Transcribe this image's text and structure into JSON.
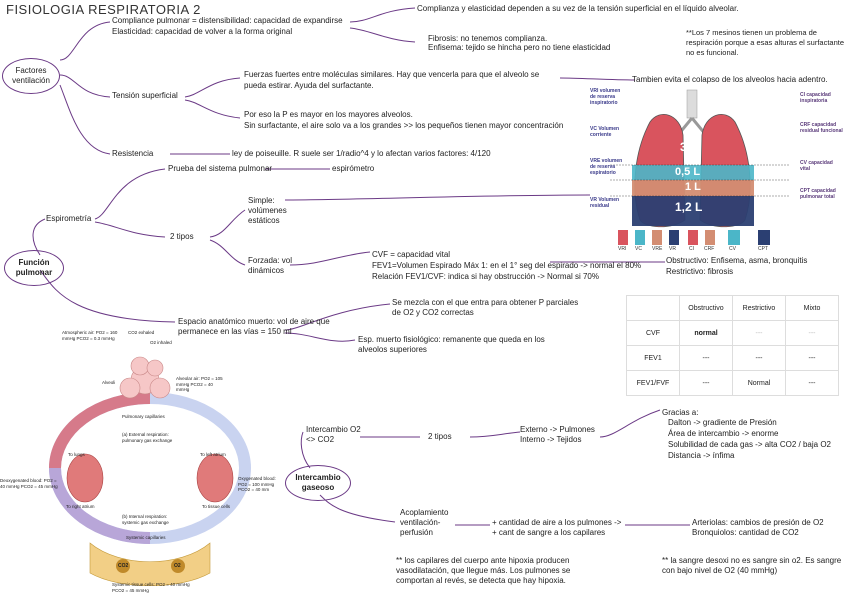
{
  "title": "FISIOLOGIA RESPIRATORIA 2",
  "nodes": {
    "factores": "Factores ventilación",
    "funcion": "Función pulmonar",
    "intercambio": "Intercambio gaseoso"
  },
  "factores": {
    "compliance_1": "Compliance pulmonar = distensibilidad: capacidad de expandirse",
    "compliance_2": "Elasticidad: capacidad de volver a la forma original",
    "compliance_right": "Complianza y elasticidad dependen a su vez de la tensión superficial en el líquido alveolar.",
    "fibrosis": "Fibrosis: no tenemos complianza.",
    "enfisema": "Enfisema: tejido se hincha pero no tiene elasticidad",
    "note7": "**Los 7 mesinos tienen un problema de respiración porque a esas alturas el surfactante no es funcional.",
    "tension": "Tensión superficial",
    "tension_1": "Fuerzas fuertes entre moléculas similares. Hay que vencerla para que el alveolo se",
    "tension_2": "pueda estirar. Ayuda del surfactante.",
    "tension_3": "Por eso la P es mayor en los mayores alveolos.",
    "tension_4": "Sin surfactante, el aire solo va a los grandes >> los pequeños tienen mayor concentración",
    "colapso": "Tambien evita el colapso de los alveolos hacia adentro.",
    "resistencia": "Resistencia",
    "resistencia_txt": "ley de poiseuille. R suele ser 1/radio^4 y lo afectan varios factores: 4/120"
  },
  "espirometria": {
    "label": "Espirometría",
    "prueba": "Prueba del sistema pulmonar",
    "espirometro": "espirómetro",
    "dos_tipos": "2 tipos",
    "simple": "Simple: volúmenes estáticos",
    "forzada": "Forzada: vol dinámicos",
    "cvf": "CVF = capacidad vital",
    "fev1": "FEV1=Volumen Espirado Máx 1: en el 1° seg del espirado -> normal el 80%",
    "relacion": "Relación FEV1/CVF: indica si hay obstrucción -> Normal si 70%",
    "obstructivo": "Obstructivo: Enfisema, asma, bronquitis",
    "restrictivo": "Restrictivo: fibrosis"
  },
  "espacio": {
    "anatomico": "Espacio anatómico muerto: vol de aire que permanece en las vías = 150 ml",
    "mezcla": "Se mezcla con el que entra para obtener P parciales de O2 y CO2 correctas",
    "fisiologico": "Esp. muerto fisiológico: remanente que queda en los alveolos superiores"
  },
  "lung": {
    "left_labels": [
      "VRI volumen de reserva inspiratorio",
      "VC Volumen corriente",
      "VRE volumen de reserva espiratorio",
      "VR Volumen residual"
    ],
    "right_labels": [
      "CI capacidad inspiratoria",
      "CRF capacidad residual funcional",
      "CV capacidad vital",
      "CPT capacidad pulmonar total"
    ],
    "volumes": [
      "3 L",
      "0,5 L",
      "1 L",
      "1,2 L"
    ],
    "bar_labels": [
      "VRI",
      "VC",
      "VRE",
      "VR",
      "CI",
      "CRF",
      "CV",
      "CPT"
    ]
  },
  "table": {
    "headers": [
      "",
      "Obstructivo",
      "Restrictivo",
      "Mixto"
    ],
    "rows": [
      [
        "CVF",
        "normal",
        "---",
        "---"
      ],
      [
        "FEV1",
        "---",
        "---",
        "---"
      ],
      [
        "FEV1/FVF",
        "---",
        "Normal",
        "---"
      ]
    ]
  },
  "intercambio": {
    "o2": "Intercambio O2 <> CO2",
    "dos_tipos": "2 tipos",
    "externo": "Externo -> Pulmones",
    "interno": "Interno -> Tejidos",
    "gracias": "Gracias a:",
    "dalton": "Dalton -> gradiente de Presión",
    "area": "Área de intercambio -> enorme",
    "solubilidad": "Solubilidad de cada gas -> alta CO2 / baja O2",
    "distancia": "Distancia -> ínfima",
    "acoplamiento": "Acoplamiento ventilación-perfusión",
    "aire": "+ cantidad de aire a los pulmones ->",
    "sangre": "+ cant de sangre a los capilares",
    "arteriolas": "Arteriolas: cambios de presión de O2",
    "bronquiolos": "Bronquiolos: cantidad de CO2",
    "capilares": "** los capilares del cuerpo ante hipoxia producen vasodilatación, que llegue más. Los pulmones se comportan al revés, se detecta que hay hipoxia.",
    "sangre_desoxi": "** la sangre desoxi no es sangre sin o2. Es sangre con bajo nivel de O2 (40 mmHg)"
  },
  "circ": {
    "atmos": "Atmospheric air: PO2 = 160 mmHg PCO2 = 0.3 mmHg",
    "co2_exhaled": "CO2 exhaled",
    "o2_inhaled": "O2 inhaled",
    "alveoli": "Alveoli",
    "alv_air": "Alveolar air: PO2 = 105 mmHg PCO2 = 40 mmHg",
    "pulm_cap": "Pulmonary capillaries",
    "ext_resp": "(a) External respiration: pulmonary gas exchange",
    "to_lungs": "To lungs",
    "to_left": "To left atrium",
    "deoxy": "Deoxygenated blood: PO2 = 40 mmHg PCO2 = 45 mmHg",
    "oxy": "Oxygenated blood: PO2 = 100 mmHg PCO2 = 40 mm",
    "to_right": "To right atrium",
    "to_tissue": "To tissue cells",
    "int_resp": "(b) Internal respiration: systemic gas exchange",
    "sys_cap": "Systemic capillaries",
    "tissue": "Systemic tissue cells: PO2 = 40 mmHg PCO2 = 45 mmHg",
    "co2": "CO2",
    "o2": "O2"
  }
}
